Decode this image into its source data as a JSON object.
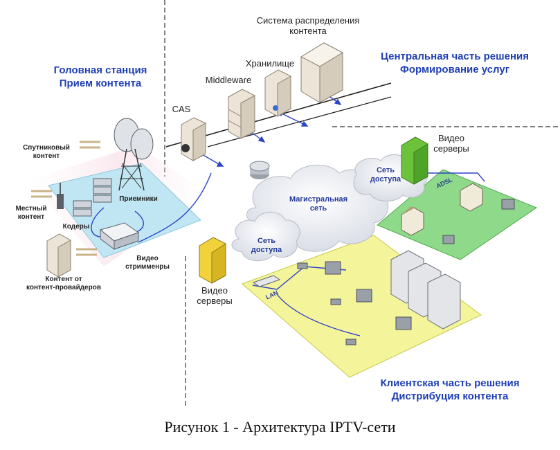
{
  "sections": {
    "headend_title_1": "Головная станция",
    "headend_title_2": "Прием контента",
    "central_title_1": "Центральная часть решения",
    "central_title_2": "Формирование услуг",
    "client_title_1": "Клиентская часть решения",
    "client_title_2": "Дистрибуция контента"
  },
  "labels": {
    "distribution_1": "Система распределения",
    "distribution_2": "контента",
    "storage": "Хранилище",
    "middleware": "Middleware",
    "cas": "CAS",
    "video_servers_top_1": "Видео",
    "video_servers_top_2": "серверы",
    "video_servers_left_1": "Видео",
    "video_servers_left_2": "серверы",
    "satellite_1": "Спутниковый",
    "satellite_2": "контент",
    "local_1": "Местный",
    "local_2": "контент",
    "receivers": "Приемники",
    "coders": "Кодеры",
    "streamers_1": "Видео",
    "streamers_2": "стримменры",
    "provider_1": "Контент от",
    "provider_2": "контент-провайдеров",
    "backbone_1": "Магистральная",
    "backbone_2": "сеть",
    "access_top_1": "Сеть",
    "access_top_2": "доступа",
    "access_left_1": "Сеть",
    "access_left_2": "доступа",
    "adsl": "ADSL",
    "lan": "LAN"
  },
  "caption": "Рисунок 1 - Архитектура IPTV-сети",
  "colors": {
    "heading": "#1f3fb5",
    "headend_platform": "#bfe6f2",
    "adsl_zone": "#8fd98a",
    "lan_zone": "#f4f49a",
    "cloud": "#eef0f4",
    "server_beige": "#ece4d6",
    "server_yellow": "#f1d23a",
    "server_green": "#6cc23a",
    "link_blue": "#2b43c8"
  }
}
